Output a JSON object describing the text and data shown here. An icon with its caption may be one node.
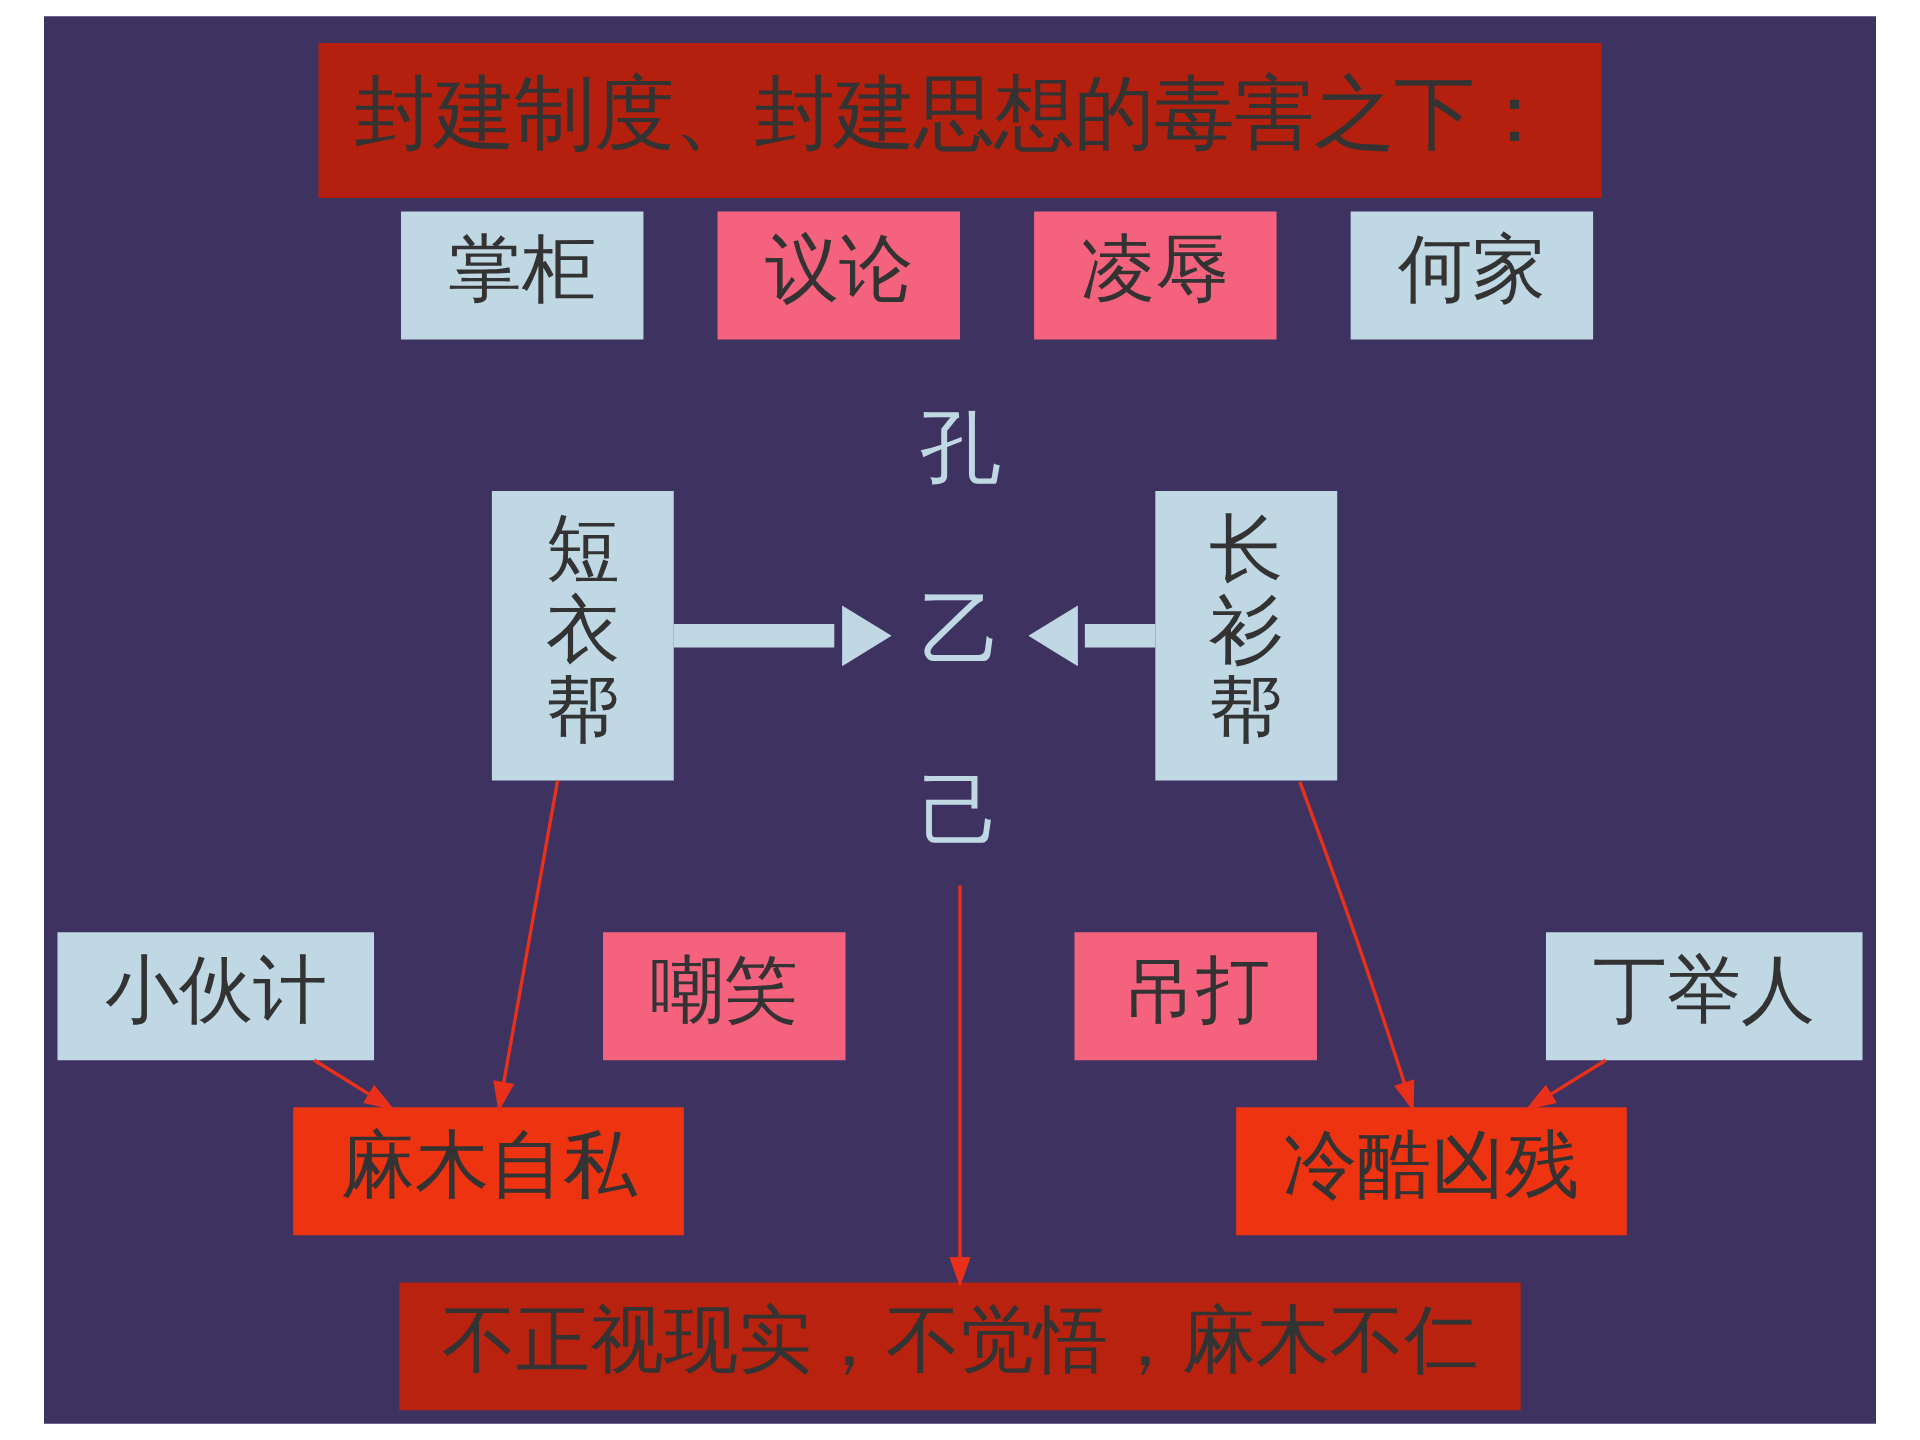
{
  "diagram": {
    "title": "封建制度、封建思想的毒害之下：",
    "nodes": [
      {
        "text": [
          "掌柜"
        ]
      },
      {
        "text": [
          "小伙计"
        ]
      },
      {
        "text": [
          "短衣帮"
        ]
      },
      {
        "text": [
          "议论"
        ]
      },
      {
        "text": [
          "嘲笑"
        ]
      },
      {
        "text": [
          "孔乙己"
        ]
      },
      {
        "text": [
          "凌辱"
        ]
      },
      {
        "text": [
          "吊打"
        ]
      },
      {
        "text": [
          "长衫帮"
        ]
      },
      {
        "text": [
          "何家"
        ]
      },
      {
        "text": [
          "丁举人"
        ]
      },
      {
        "text": [
          "麻木自私"
        ]
      },
      {
        "text": [
          "不正视现实，不觉悟，麻木不仁"
        ]
      },
      {
        "text": [
          "冷酷凶残"
        ]
      }
    ],
    "edges": [
      {
        "from": 2,
        "to": 5,
        "arrow": "to",
        "style": "thick",
        "color": "#c0d8e4"
      },
      {
        "from": 8,
        "to": 5,
        "arrow": "to",
        "style": "thick",
        "color": "#c0d8e4"
      },
      {
        "from": 1,
        "to": 11,
        "arrow": "to"
      },
      {
        "from": 2,
        "to": 11,
        "arrow": "to"
      },
      {
        "from": 5,
        "to": 12,
        "arrow": "to"
      },
      {
        "from": 8,
        "to": 13,
        "arrow": "to"
      },
      {
        "from": 10,
        "to": 13,
        "arrow": "to"
      }
    ]
  }
}
